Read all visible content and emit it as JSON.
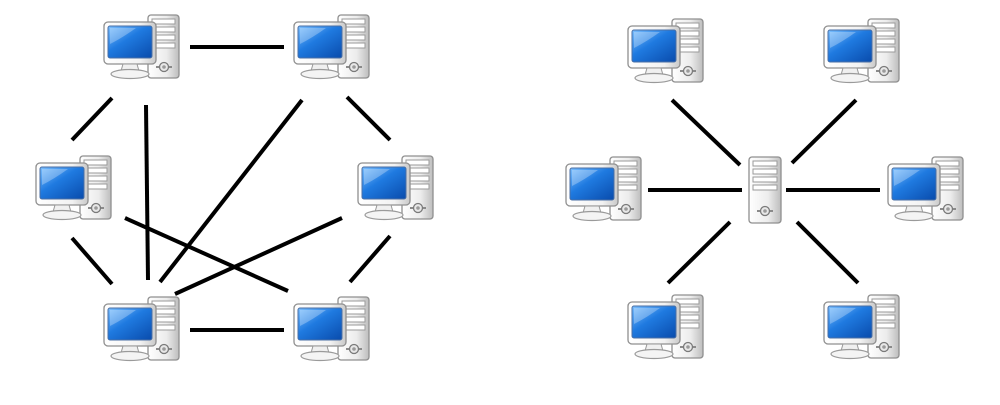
{
  "colors": {
    "background": "#ffffff",
    "link": "#000000",
    "screen": "#1a6fd6",
    "screen_light": "#6fb6ff",
    "case_light": "#ffffff",
    "case_shadow": "#b8b8b8",
    "outline": "#8a8a8a"
  },
  "diagrams": [
    {
      "id": "mesh",
      "nodes": [
        {
          "id": "top-left",
          "icon": "computer-icon"
        },
        {
          "id": "top-right",
          "icon": "computer-icon"
        },
        {
          "id": "mid-left",
          "icon": "computer-icon"
        },
        {
          "id": "mid-right",
          "icon": "computer-icon"
        },
        {
          "id": "bottom-left",
          "icon": "computer-icon"
        },
        {
          "id": "bottom-right",
          "icon": "computer-icon"
        }
      ],
      "links": [
        [
          "top-left",
          "top-right"
        ],
        [
          "top-left",
          "mid-left"
        ],
        [
          "top-left",
          "bottom-left"
        ],
        [
          "top-right",
          "mid-right"
        ],
        [
          "top-right",
          "bottom-left"
        ],
        [
          "mid-left",
          "bottom-left"
        ],
        [
          "mid-left",
          "bottom-right"
        ],
        [
          "mid-right",
          "bottom-left"
        ],
        [
          "mid-right",
          "bottom-right"
        ],
        [
          "bottom-left",
          "bottom-right"
        ]
      ]
    },
    {
      "id": "star",
      "nodes": [
        {
          "id": "hub",
          "icon": "server-icon"
        },
        {
          "id": "top-left",
          "icon": "computer-icon"
        },
        {
          "id": "top-right",
          "icon": "computer-icon"
        },
        {
          "id": "mid-left",
          "icon": "computer-icon"
        },
        {
          "id": "mid-right",
          "icon": "computer-icon"
        },
        {
          "id": "bottom-left",
          "icon": "computer-icon"
        },
        {
          "id": "bottom-right",
          "icon": "computer-icon"
        }
      ],
      "links": [
        [
          "hub",
          "top-left"
        ],
        [
          "hub",
          "top-right"
        ],
        [
          "hub",
          "mid-left"
        ],
        [
          "hub",
          "mid-right"
        ],
        [
          "hub",
          "bottom-left"
        ],
        [
          "hub",
          "bottom-right"
        ]
      ]
    }
  ]
}
